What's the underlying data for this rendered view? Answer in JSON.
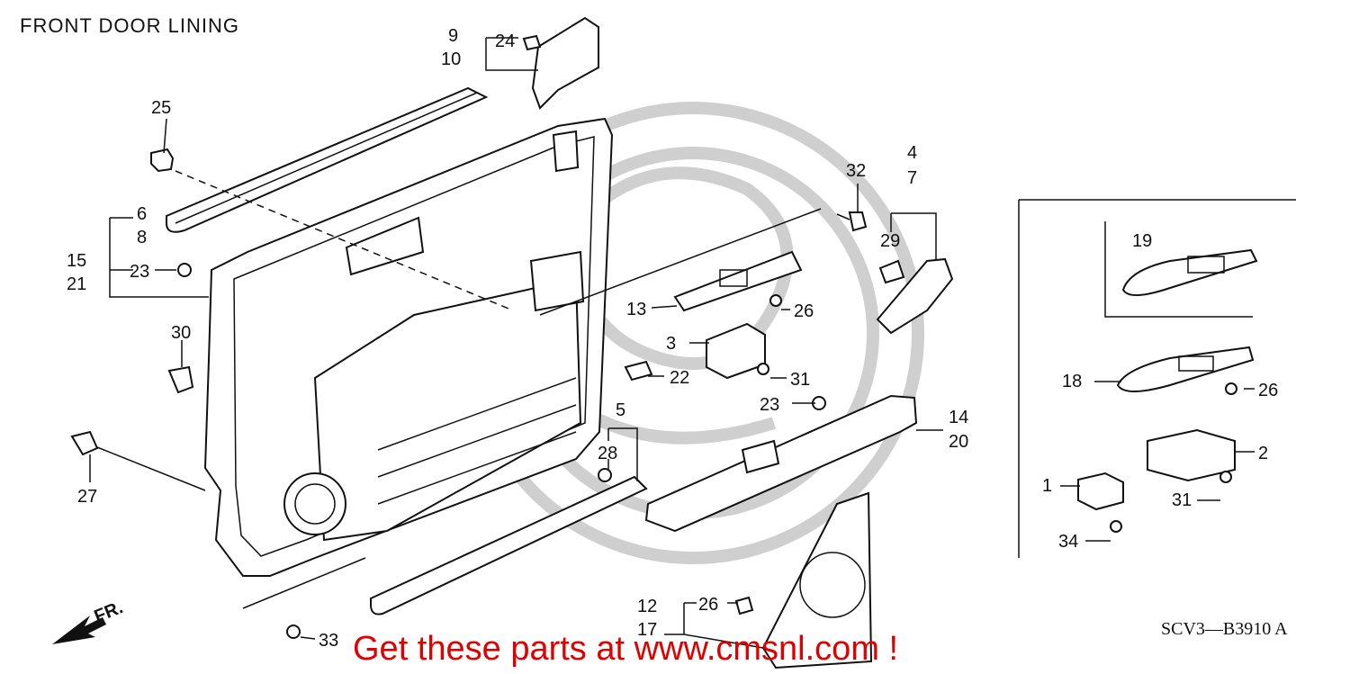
{
  "title": "FRONT DOOR LINING",
  "diagram_code": "SCV3—B3910 A",
  "promo_text": "Get these parts at www.cmsnl.com !",
  "direction_label": "FR.",
  "callouts": {
    "c1": "1",
    "c2": "2",
    "c3": "3",
    "c4": "4",
    "c5": "5",
    "c6": "6",
    "c7": "7",
    "c8": "8",
    "c9": "9",
    "c10": "10",
    "c12": "12",
    "c13": "13",
    "c14": "14",
    "c15": "15",
    "c17": "17",
    "c18": "18",
    "c19": "19",
    "c20": "20",
    "c21": "21",
    "c22": "22",
    "c23a": "23",
    "c23b": "23",
    "c24": "24",
    "c25": "25",
    "c26a": "26",
    "c26b": "26",
    "c26c": "26",
    "c27": "27",
    "c28": "28",
    "c29": "29",
    "c30": "30",
    "c31a": "31",
    "c31b": "31",
    "c32": "32",
    "c33": "33",
    "c34": "34"
  },
  "colors": {
    "promo": "#e00000",
    "watermark": "#cfcfcf",
    "line": "#111111"
  }
}
